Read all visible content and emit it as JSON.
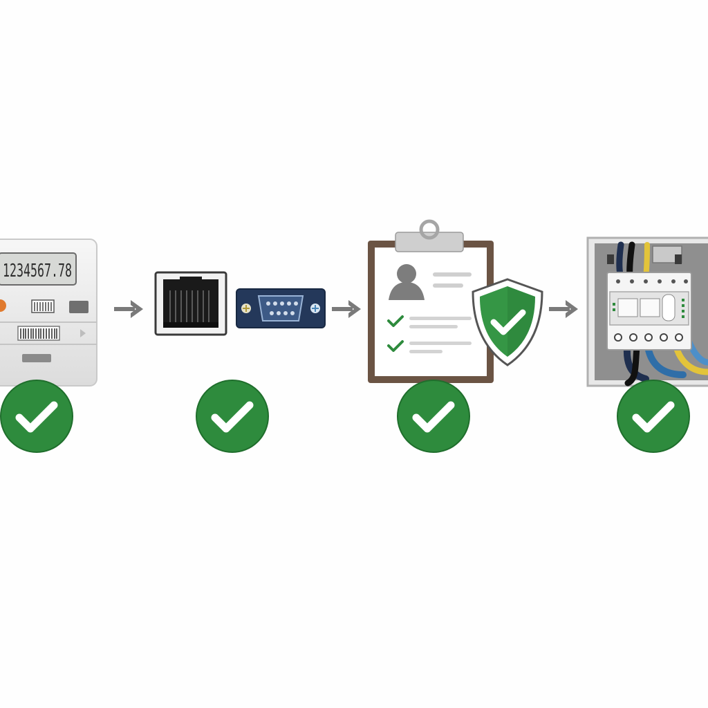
{
  "flow": {
    "stages": [
      {
        "id": "meter",
        "icon": "electricity-meter-icon",
        "display": "1234567.78",
        "status": "verified"
      },
      {
        "id": "connector",
        "icon": "ethernet-serial-port-icon",
        "status": "verified"
      },
      {
        "id": "record",
        "icon": "clipboard-profile-shield-icon",
        "status": "verified"
      },
      {
        "id": "panel",
        "icon": "breaker-panel-icon",
        "status": "verified"
      }
    ],
    "connectors": [
      "arrow-right-icon",
      "arrow-right-icon",
      "arrow-right-icon"
    ]
  },
  "colors": {
    "check_green": "#2e8b3d",
    "check_green_dark": "#1f6e2c",
    "arrow_gray": "#7a7a7a",
    "meter_body": "#ececec",
    "port_navy": "#24385a",
    "clipboard_brown": "#6b5444",
    "shield_green": "#2f8a3e",
    "panel_gray": "#9a9a9a"
  }
}
